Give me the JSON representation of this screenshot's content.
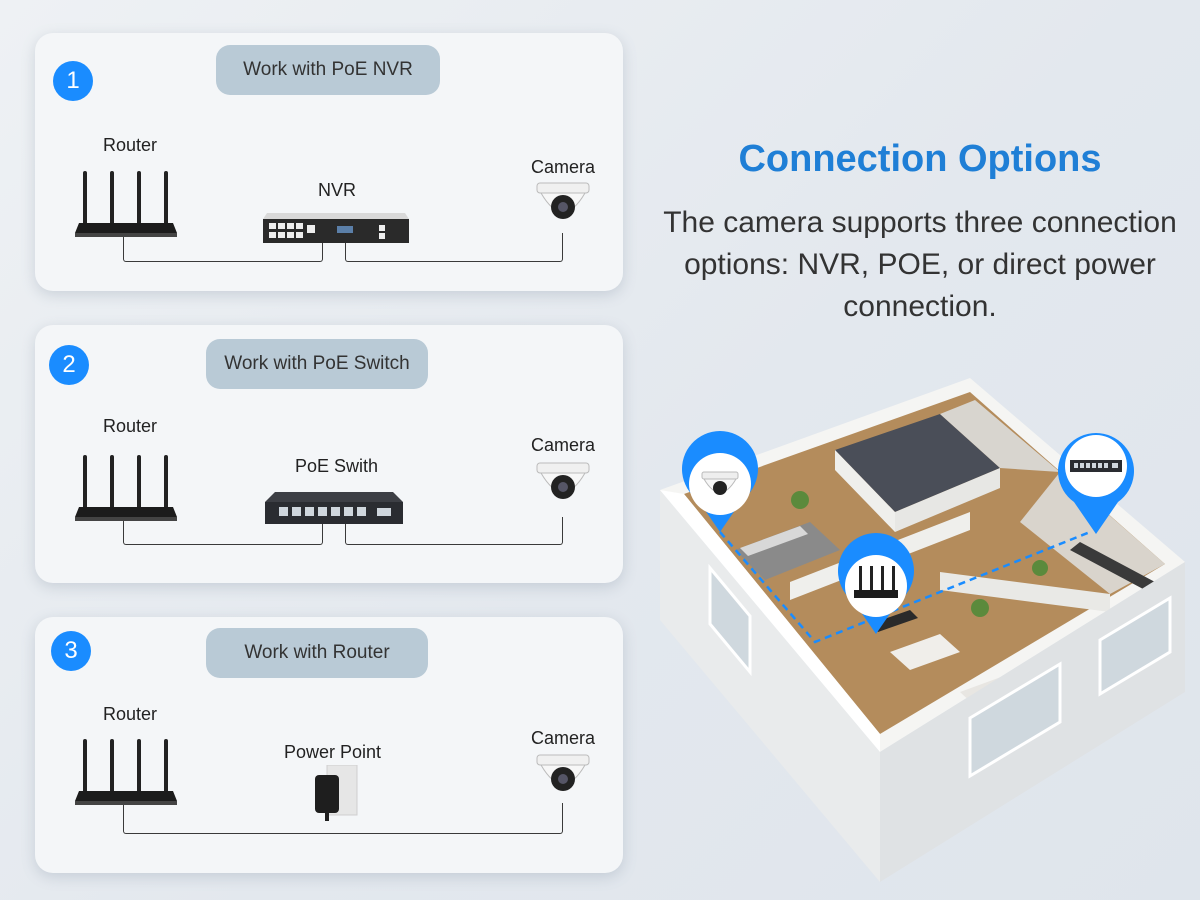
{
  "heading": {
    "title": "Connection Options",
    "description": "The camera supports three connection options: NVR, POE, or direct power connection."
  },
  "options": [
    {
      "number": "1",
      "title": "Work with PoE NVR",
      "left_device": "Router",
      "middle_device": "NVR",
      "right_device": "Camera"
    },
    {
      "number": "2",
      "title": "Work with PoE Switch",
      "left_device": "Router",
      "middle_device": "PoE Swith",
      "right_device": "Camera"
    },
    {
      "number": "3",
      "title": "Work with Router",
      "left_device": "Router",
      "middle_device": "Power Point",
      "right_device": "Camera"
    }
  ],
  "colors": {
    "accent": "#1a8cff",
    "title": "#1f7fd6",
    "pill": "#b9cad6"
  },
  "icons": [
    "router-icon",
    "nvr-icon",
    "poe-switch-icon",
    "power-adapter-icon",
    "dome-camera-icon",
    "map-pin-icon"
  ]
}
